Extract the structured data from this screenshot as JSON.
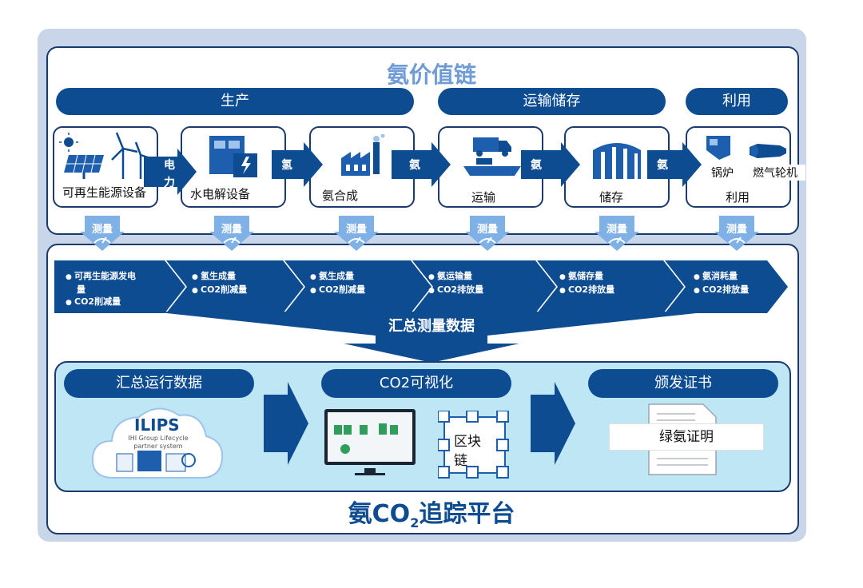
{
  "chain_title": "氨价值链",
  "stages": {
    "production": "生产",
    "transport_storage": "运输储存",
    "utilization": "利用"
  },
  "nodes": [
    {
      "label": "可再生能源设备"
    },
    {
      "label": "水电解设备"
    },
    {
      "label": "氨合成"
    },
    {
      "label": "运输"
    },
    {
      "label": "储存"
    },
    {
      "label": "利用",
      "sub_left": "锅炉",
      "sub_right": "燃气轮机"
    }
  ],
  "flow_labels": {
    "a1_top": "电",
    "a1_bottom": "力",
    "a2": "氢",
    "a3": "氨",
    "a4": "氨",
    "a5": "氨"
  },
  "measure_label": "测量",
  "measurements": [
    {
      "line1": "可再生能源发电",
      "line1b": "量",
      "line2": "CO2削减量"
    },
    {
      "line1": "氢生成量",
      "line2": "CO2削减量"
    },
    {
      "line1": "氨生成量",
      "line2": "CO2削减量"
    },
    {
      "line1": "氨运输量",
      "line2": "CO2排放量"
    },
    {
      "line1": "氨储存量",
      "line2": "CO2排放量"
    },
    {
      "line1": "氨消耗量",
      "line2": "CO2排放量"
    }
  ],
  "summary_label": "汇总测量数据",
  "platform": {
    "step1": "汇总运行数据",
    "step2": "CO2可视化",
    "step3": "颁发证书",
    "ilips_logo": "ILIPS",
    "ilips_sub1": "IHI Group Lifecycle",
    "ilips_sub2": "partner system",
    "blockchain_1": "区块",
    "blockchain_2": "链",
    "certificate": "绿氨证明",
    "title_prefix": "氨CO",
    "title_sub": "2",
    "title_suffix": "追踪平台"
  },
  "colors": {
    "primary": "#0e4c92",
    "title_light": "#6f9bd6",
    "frame": "#c9d6ea",
    "platform_bg": "#bfe6f5"
  }
}
